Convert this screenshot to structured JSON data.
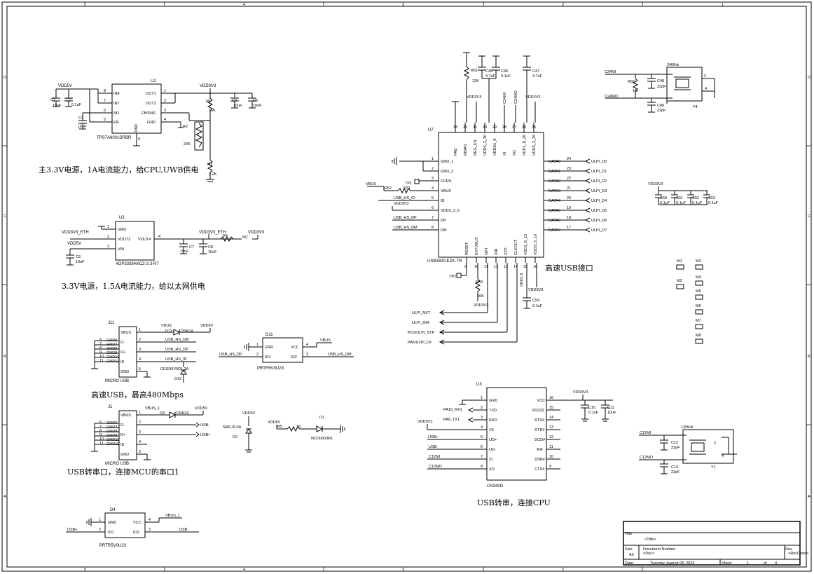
{
  "border": {
    "cols": [
      "5",
      "4",
      "3",
      "2",
      "1"
    ],
    "rows": [
      "D",
      "C",
      "B",
      "A"
    ]
  },
  "u1": {
    "ref": "U1",
    "part": "TPS7A8001DRBR",
    "pins_left": [
      {
        "n": "8",
        "name": "IN8"
      },
      {
        "n": "7",
        "name": "IN7"
      },
      {
        "n": "6",
        "name": "NR"
      },
      {
        "n": "5",
        "name": "EN"
      }
    ],
    "pins_right": [
      {
        "n": "1",
        "name": "OUT1"
      },
      {
        "n": "2",
        "name": "OUT2"
      },
      {
        "n": "3",
        "name": "FB/SNS"
      },
      {
        "n": "4",
        "name": "GND"
      }
    ],
    "pad": "PAD",
    "pad_n": "9",
    "net_in": "VDD5V",
    "net_out": "VDD3V3",
    "c1": {
      "ref": "C1",
      "val": "10uF"
    },
    "c2": {
      "ref": "C2",
      "val": "0.1uF"
    },
    "c3": {
      "ref": "C3",
      "val": "10nF"
    },
    "c4": {
      "ref": "C4",
      "val": "10uF"
    },
    "c5": {
      "ref": "C5",
      "val": "10uF"
    },
    "r1": {
      "ref": "R1",
      "val": "10K"
    },
    "r2": {
      "ref": "R2",
      "val": "20K"
    },
    "r3": {
      "ref": "R3",
      "val": "2.2K"
    },
    "note": "主3.3V电源，1A电流能力，给CPU,UWB供电"
  },
  "u2": {
    "ref": "U2",
    "part": "ADP3339AKCZ-3.3-R7",
    "pins_left": [
      {
        "n": "1",
        "name": "GND"
      },
      {
        "n": "2",
        "name": "VOUT2"
      },
      {
        "n": "3",
        "name": "VIN"
      }
    ],
    "pin_right": {
      "n": "4",
      "name": "VOUT4"
    },
    "net_out": "VDD3V3_ETH",
    "net_out2": "VDD3V3_ETH",
    "net_in": "VDD5V",
    "net_right": "VDD3V3",
    "c6": {
      "ref": "C6",
      "val": "10uF"
    },
    "c7": {
      "ref": "C7",
      "val": "10uF"
    },
    "c8": {
      "ref": "C8",
      "val": "10uF"
    },
    "r4": {
      "ref": "R4",
      "val": "NC"
    },
    "note": "3.3V电源，1.5A电流能力，给以太网供电"
  },
  "u7": {
    "ref": "U7",
    "part": "USB3300-EZK-TR",
    "top_pins": [
      {
        "n": "33",
        "name": "PAD"
      },
      {
        "n": "32",
        "name": "RBIAS"
      },
      {
        "n": "31",
        "name": "REG_EN"
      },
      {
        "n": "30",
        "name": "VDD3_3_30"
      },
      {
        "n": "29",
        "name": "VDDA1_8"
      },
      {
        "n": "28",
        "name": "XI"
      },
      {
        "n": "27",
        "name": "XO"
      },
      {
        "n": "26",
        "name": "VDD1_8_26"
      },
      {
        "n": "25",
        "name": "VDD3_3_25"
      }
    ],
    "left_pins": [
      {
        "n": "1",
        "name": "GND_1"
      },
      {
        "n": "2",
        "name": "GND_2"
      },
      {
        "n": "3",
        "name": "CPEN"
      },
      {
        "n": "4",
        "name": "VBUS"
      },
      {
        "n": "5",
        "name": "ID"
      },
      {
        "n": "6",
        "name": "VDD3_3_6"
      },
      {
        "n": "7",
        "name": "DP"
      },
      {
        "n": "8",
        "name": "DM"
      }
    ],
    "right_pins": [
      {
        "n": "24",
        "name": "DATA0",
        "net": "ULPI_D0"
      },
      {
        "n": "23",
        "name": "DATA1",
        "net": "ULPI_D1"
      },
      {
        "n": "22",
        "name": "DATA2",
        "net": "ULPI_D2"
      },
      {
        "n": "21",
        "name": "DATA3",
        "net": "ULPI_D3"
      },
      {
        "n": "20",
        "name": "DATA4",
        "net": "ULPI_D4"
      },
      {
        "n": "19",
        "name": "DATA5",
        "net": "ULPI_D5"
      },
      {
        "n": "18",
        "name": "DATA6",
        "net": "ULPI_D6"
      },
      {
        "n": "17",
        "name": "DATA7",
        "net": "ULPI_D7"
      }
    ],
    "bottom_pins": [
      {
        "n": "9",
        "name": "RESET"
      },
      {
        "n": "10",
        "name": "EXTVBUS"
      },
      {
        "n": "11",
        "name": "NXT"
      },
      {
        "n": "12",
        "name": "DIR"
      },
      {
        "n": "13",
        "name": "STP"
      },
      {
        "n": "14",
        "name": "CLKOUT"
      },
      {
        "n": "15",
        "name": "VDD1_8_15"
      },
      {
        "n": "16",
        "name": "VDD3_3_16"
      }
    ],
    "left_nets": [
      "VBUS",
      "USB_HS_ID",
      "VDD3V3",
      "USB_HS_DP",
      "USB_HS_DM"
    ],
    "bottom_nets": [
      "ULPI_NXT",
      "ULPI_DIR",
      "PC0/ULPI_STP",
      "PA5/ULPI_CK"
    ],
    "r51": {
      "ref": "R51",
      "val": "12K"
    },
    "r52": {
      "ref": "R52",
      "val": "820"
    },
    "r53": {
      "ref": "R53",
      "val": "10K"
    },
    "c45": {
      "ref": "C45",
      "val": "4.7uF"
    },
    "c46": {
      "ref": "C46",
      "val": "0.1uF"
    },
    "c47": {
      "ref": "C47",
      "val": "4.7uF"
    },
    "c54": {
      "ref": "C54",
      "val": "0.1uF"
    },
    "top_nets": [
      "VDD3V3",
      "C24MI",
      "C24MO",
      "VDD3V3"
    ],
    "tp1": "TP1",
    "tp2": "TP2",
    "vdd3v3_b": "VDD3V3",
    "vdd1v8": "VDD1.8",
    "vdd3v3_r": "VDD3V3",
    "note": "高速USB接口"
  },
  "y4": {
    "ref": "Y4",
    "freq": "24MHz",
    "net_mi": "C24MI",
    "net_mo": "C24MO",
    "r56": {
      "ref": "R56",
      "val": "1M"
    },
    "c48": {
      "ref": "C48",
      "val": "22pF"
    },
    "c49": {
      "ref": "C49",
      "val": "22pF"
    }
  },
  "decoup": {
    "net": "VDD3V3",
    "caps": [
      {
        "ref": "C50",
        "val": "0.1uF"
      },
      {
        "ref": "C51",
        "val": "0.1uF"
      },
      {
        "ref": "C52",
        "val": "0.1uF"
      },
      {
        "ref": "C53",
        "val": "0.1uF"
      }
    ]
  },
  "mounts": [
    "M1",
    "M3",
    "M2",
    "M4",
    "M5",
    "M6",
    "M7",
    "M8"
  ],
  "j11": {
    "ref": "J11",
    "part": "MICRO USB",
    "pins": [
      {
        "n": "1",
        "name": "VBUS"
      },
      {
        "n": "2",
        "name": "D-"
      },
      {
        "n": "3",
        "name": "D+"
      },
      {
        "n": "4",
        "name": "ID"
      },
      {
        "n": "5",
        "name": "GND"
      }
    ],
    "gnd_pins": [
      "6",
      "7",
      "8",
      "9",
      "10",
      "11"
    ],
    "gnd_names": [
      "GND6",
      "GND7",
      "GND8",
      "GND9",
      "GND10",
      "GND11"
    ],
    "nets": [
      "VBUS",
      "USB_HS_DM",
      "USB_HS_DP",
      "USB_HS_ID"
    ],
    "d13": "D13",
    "d13_part": "DSK24",
    "net_vdd": "VDD5V",
    "d12": "D12",
    "d12_part": "CESD5V0D1.2A",
    "note": "高速USB，最高480Mbps"
  },
  "d11": {
    "ref": "D11",
    "part": "PRTR5V0U2X",
    "pins": [
      {
        "n": "1",
        "name": "GND"
      },
      {
        "n": "2",
        "name": "IO1"
      },
      {
        "n": "4",
        "name": "VCC"
      },
      {
        "n": "3",
        "name": "IO2"
      }
    ],
    "net_vcc": "VBUS",
    "net_io1": "USB_HS_DP",
    "net_io2": "USB_HS_DM"
  },
  "j1": {
    "ref": "J1",
    "part": "MICRO USB",
    "pins": [
      {
        "n": "1",
        "name": "VBUS"
      },
      {
        "n": "2",
        "name": "D-"
      },
      {
        "n": "3",
        "name": "D+"
      },
      {
        "n": "4",
        "name": "ID"
      },
      {
        "n": "5",
        "name": "GND"
      }
    ],
    "gnd_pins": [
      "6",
      "7",
      "8",
      "9",
      "10",
      "11"
    ],
    "gnd_names": [
      "GND6",
      "GND7",
      "GND8",
      "GND9",
      "GND10",
      "GND11"
    ],
    "nets": [
      "VBUS_1",
      "USB-",
      "USB+"
    ],
    "d3": "D3",
    "d3_part": "DSK24",
    "net_vdd": "VDD5V",
    "note": "USB转串口，连接MCU的串口1"
  },
  "d2": {
    "ref": "D2",
    "part": "SMCJ5.0A",
    "net": "VDD5V"
  },
  "d1": {
    "ref": "D1",
    "part": "NCD0603R1",
    "r5": {
      "ref": "R5",
      "val": "1K"
    },
    "net": "VDD5V"
  },
  "u3": {
    "ref": "U3",
    "part": "CH340G",
    "pins_left": [
      {
        "n": "1",
        "name": "GND"
      },
      {
        "n": "2",
        "name": "TXD"
      },
      {
        "n": "3",
        "name": "RXD"
      },
      {
        "n": "4",
        "name": "V3"
      },
      {
        "n": "5",
        "name": "UD+"
      },
      {
        "n": "6",
        "name": "UD-"
      },
      {
        "n": "7",
        "name": "XI"
      },
      {
        "n": "8",
        "name": "XO"
      }
    ],
    "pins_right": [
      {
        "n": "16",
        "name": "VCC"
      },
      {
        "n": "15",
        "name": "RS232"
      },
      {
        "n": "14",
        "name": "RTS#"
      },
      {
        "n": "13",
        "name": "DTR#"
      },
      {
        "n": "12",
        "name": "DCD#"
      },
      {
        "n": "11",
        "name": "RI#"
      },
      {
        "n": "10",
        "name": "DSR#"
      },
      {
        "n": "9",
        "name": "CTS#"
      }
    ],
    "nets_left": [
      "PA10_RX1",
      "PA9_TX1",
      "VDD3V3",
      "USB+",
      "USB-",
      "C12MI",
      "C12MO"
    ],
    "net_vcc": "VDD3V3",
    "c10": {
      "ref": "C10",
      "val": "0.1uF"
    },
    "c11": {
      "ref": "C11",
      "val": "10uF"
    },
    "note": "USB转串，连接CPU"
  },
  "y1": {
    "ref": "Y1",
    "freq": "12MHz",
    "net_mi": "C12MI",
    "net_mo": "C12MO",
    "c12": {
      "ref": "C12",
      "val": "22pF"
    },
    "c13": {
      "ref": "C13",
      "val": "22pF"
    }
  },
  "d4": {
    "ref": "D4",
    "part": "PRTR5V0U2X",
    "pins": [
      {
        "n": "1",
        "name": "GND"
      },
      {
        "n": "2",
        "name": "IO1"
      },
      {
        "n": "4",
        "name": "VCC"
      },
      {
        "n": "3",
        "name": "IO2"
      }
    ],
    "net_vcc": "VBUS_1",
    "net_io1": "USB+",
    "net_io2": "USB-"
  },
  "titleblock": {
    "title_label": "Title",
    "title": "<Title>",
    "size_label": "Size",
    "size": "A3",
    "docnum_label": "Document Number",
    "docnum": "<Doc>",
    "rev_label": "Rev",
    "rev": "<RevCode>",
    "date_label": "Date:",
    "date": "Tuesday, August 08, 2023",
    "sheet_label": "Sheet",
    "sheet": "1",
    "of_label": "of",
    "sheets": "4"
  }
}
